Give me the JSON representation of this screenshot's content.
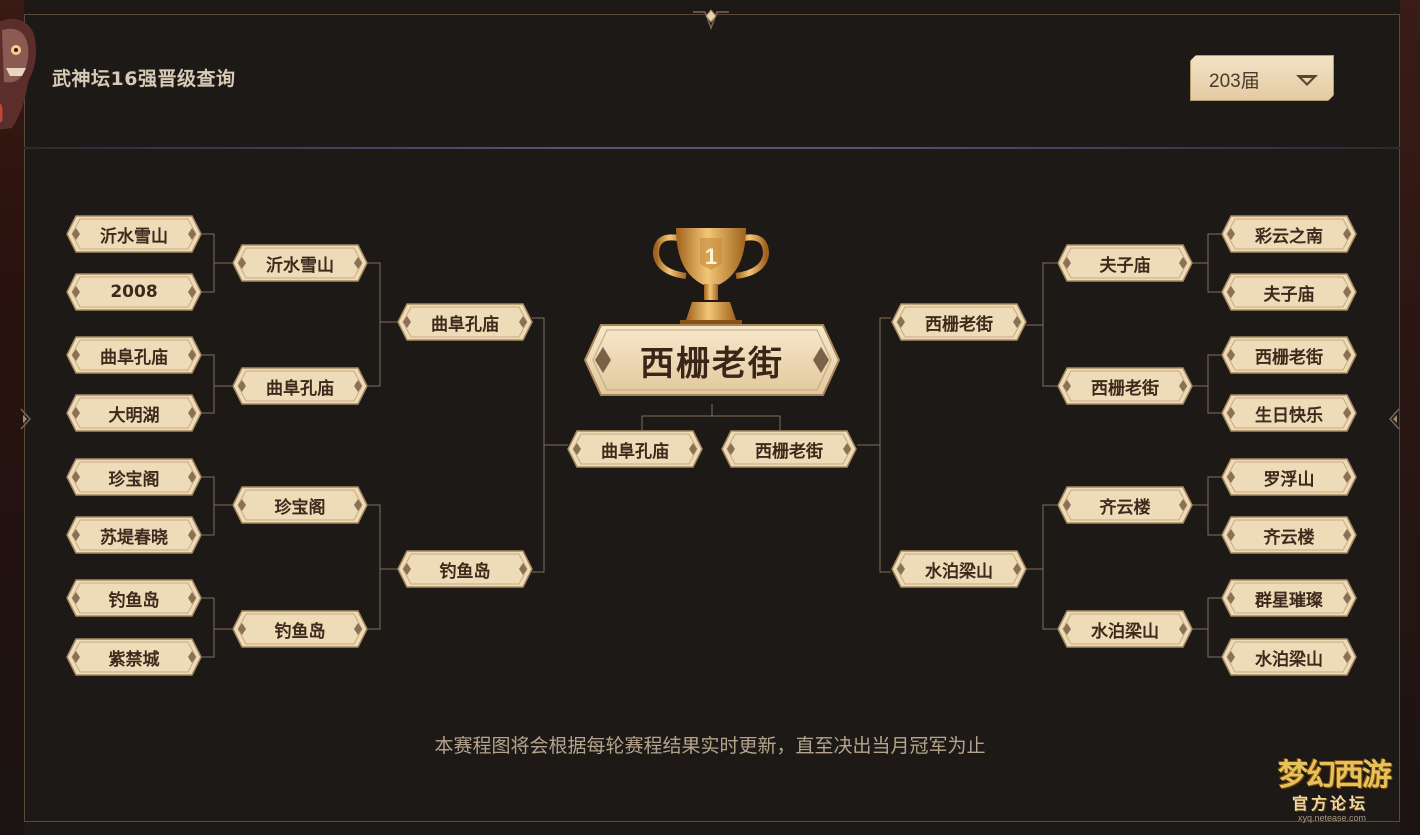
{
  "header": {
    "title": "武神坛16强晋级查询",
    "session_select": {
      "value": "203届",
      "icon": "caret-down-icon"
    }
  },
  "bracket": {
    "left": {
      "round16": [
        "沂水雪山",
        "2008",
        "曲阜孔庙",
        "大明湖",
        "珍宝阁",
        "苏堤春晓",
        "钓鱼岛",
        "紫禁城"
      ],
      "quarter": [
        "沂水雪山",
        "曲阜孔庙",
        "珍宝阁",
        "钓鱼岛"
      ],
      "semi": [
        "曲阜孔庙",
        "钓鱼岛"
      ],
      "final": "曲阜孔庙"
    },
    "right": {
      "round16": [
        "彩云之南",
        "夫子庙",
        "西栅老街",
        "生日快乐",
        "罗浮山",
        "齐云楼",
        "群星璀璨",
        "水泊梁山"
      ],
      "quarter": [
        "夫子庙",
        "西栅老街",
        "齐云楼",
        "水泊梁山"
      ],
      "semi": [
        "西栅老街",
        "水泊梁山"
      ],
      "final": "西栅老街"
    },
    "champion": "西栅老街",
    "trophy_rank": "1"
  },
  "notice": "本赛程图将会根据每轮赛程结果实时更新，直至决出当月冠军为止",
  "watermark": {
    "logo": "梦幻西游",
    "subtitle": "官方论坛",
    "url": "xyq.netease.com"
  },
  "colors": {
    "background": "#1d1917",
    "plate_light": "#f3e2c4",
    "plate_border": "#b79a70",
    "plate_text": "#3d2a1c",
    "line": "#8b7a66",
    "gold": "#d9a24a"
  }
}
